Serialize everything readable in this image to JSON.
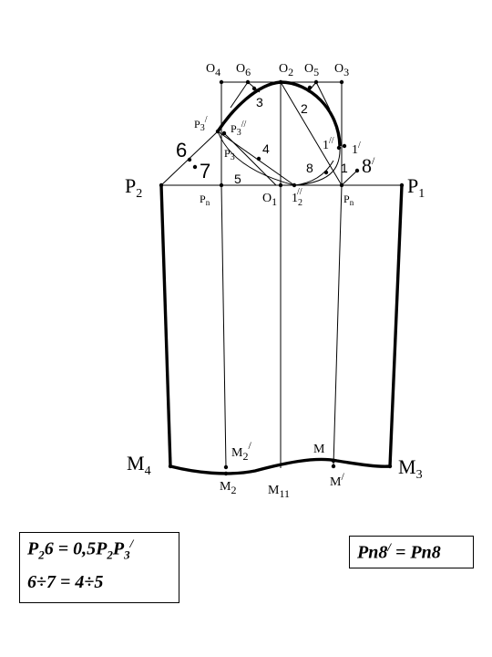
{
  "labels": {
    "O4": {
      "main": "O",
      "sub": "4"
    },
    "O6": {
      "main": "O",
      "sub": "6"
    },
    "O2": {
      "main": "O",
      "sub": "2"
    },
    "O5": {
      "main": "O",
      "sub": "5"
    },
    "O3": {
      "main": "O",
      "sub": "3"
    },
    "P3p": {
      "main": "P",
      "sub": "3",
      "sup": "/"
    },
    "P3pp": {
      "main": "P",
      "sub": "3",
      "sup": "//"
    },
    "P3": {
      "main": "P",
      "sub": "3"
    },
    "P2": {
      "main": "P",
      "sub": "2"
    },
    "P1": {
      "main": "P",
      "sub": "1"
    },
    "Pn_left": {
      "main": "P",
      "sub": "n"
    },
    "Pn_right": {
      "main": "P",
      "sub": "n"
    },
    "O1": {
      "main": "O",
      "sub": "1"
    },
    "one_pp_two": {
      "main": "1",
      "sub": "2",
      "sup": "//"
    },
    "one_pp": {
      "main": "1",
      "sup": "//"
    },
    "one_p": {
      "main": "1",
      "sup": "/"
    },
    "eight_p": {
      "main": "8",
      "sup": "/"
    },
    "M4": {
      "main": "M",
      "sub": "4"
    },
    "M3": {
      "main": "M",
      "sub": "3"
    },
    "M2p": {
      "main": "M",
      "sub": "2",
      "sup": "/"
    },
    "M2": {
      "main": "M",
      "sub": "2"
    },
    "M11": {
      "main": "M",
      "sub": "11"
    },
    "M": {
      "main": "M"
    },
    "Mp": {
      "main": "M",
      "sup": "/"
    }
  },
  "numbers": {
    "n1": "1",
    "n2": "2",
    "n3": "3",
    "n4": "4",
    "n5": "5",
    "n6": "6",
    "n7": "7",
    "n8": "8"
  },
  "formulas": {
    "left_line1": {
      "a": "P",
      "a_sub": "2",
      "b": "6 = 0,5P",
      "b_sub": "2",
      "c": "P",
      "c_sub": "3",
      "c_sup": "/"
    },
    "left_line2": "6÷7 = 4÷5",
    "right": {
      "a": "Pn8",
      "a_sup": "/",
      "b": " = Pn8"
    }
  }
}
